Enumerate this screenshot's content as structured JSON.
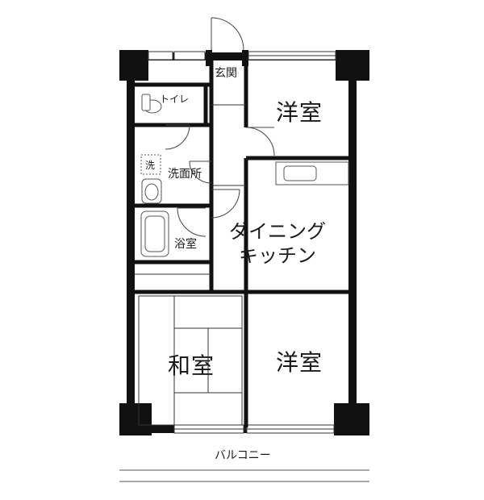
{
  "rooms": {
    "entrance": "玄関",
    "toilet": "トイレ",
    "washroom": "洗面所",
    "washer_mark": "洗",
    "bath": "浴室",
    "western_top": "洋室",
    "dining_kitchen_line1": "ダイニング",
    "dining_kitchen_line2": "キッチン",
    "japanese": "和室",
    "western_bottom": "洋室",
    "balcony": "バルコニー"
  },
  "colors": {
    "wall": "#111111",
    "line": "#333333",
    "fixture": "#555555",
    "background": "#ffffff"
  }
}
